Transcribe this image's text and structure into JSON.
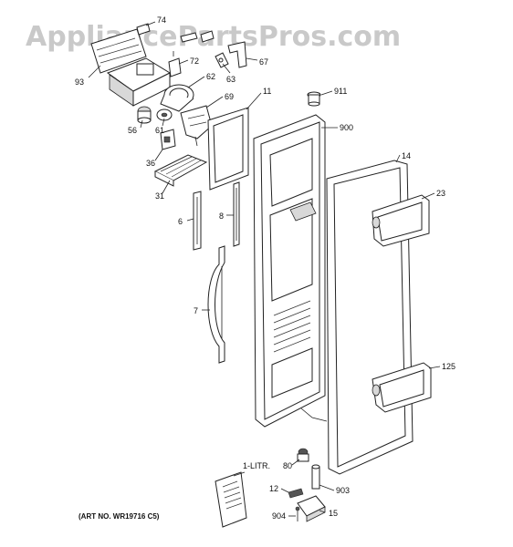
{
  "watermark": "AppliancePartsPros.com",
  "art_number": "(ART NO. WR19716 C5)",
  "callouts": {
    "c74": "74",
    "c93": "93",
    "c72": "72",
    "c67": "67",
    "c63": "63",
    "c62": "62",
    "c911": "911",
    "c69": "69",
    "c11": "11",
    "c56": "56",
    "c61": "61",
    "c900": "900",
    "c36": "36",
    "c14": "14",
    "c31": "31",
    "c23": "23",
    "c6": "6",
    "c8": "8",
    "c7": "7",
    "c125": "125",
    "c80": "80",
    "c1litr": "1-LITR.",
    "c12": "12",
    "c903": "903",
    "c904": "904",
    "c15": "15"
  }
}
